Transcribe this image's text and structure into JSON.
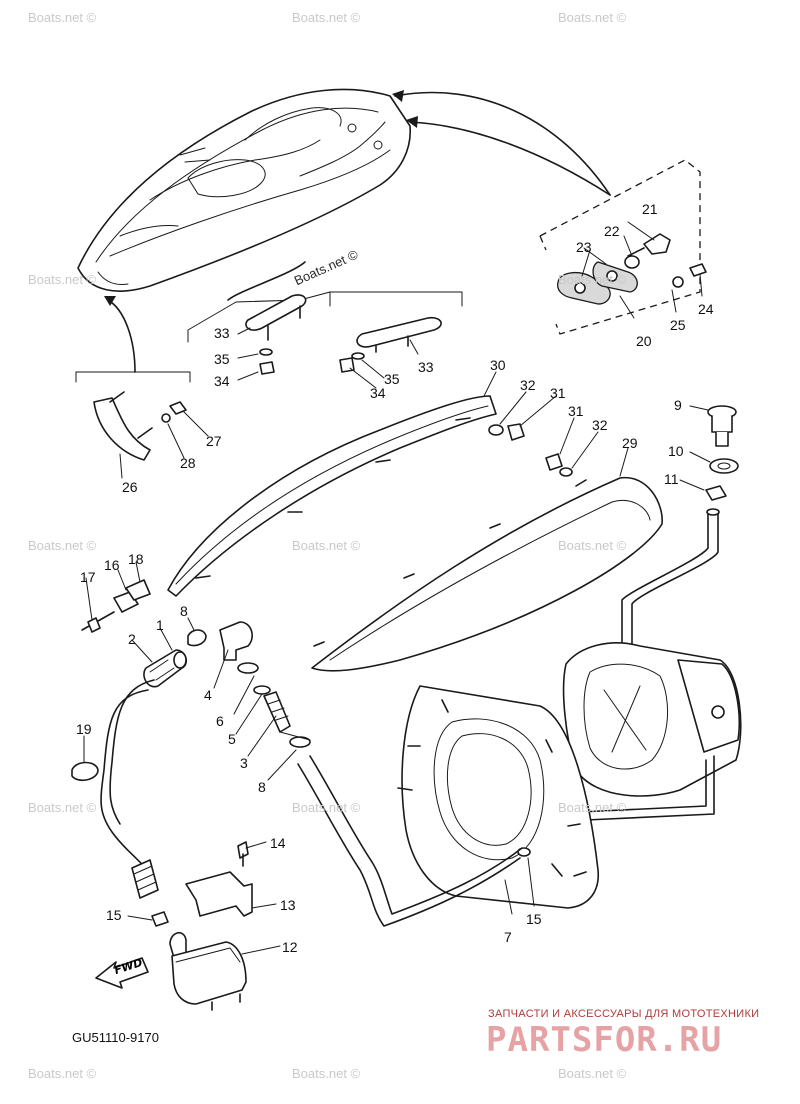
{
  "watermark_text": "Boats.net ©",
  "diagram_code": "GU51110-9170",
  "fwd_label": "FWD",
  "shop": {
    "tagline": "ЗАПЧАСТИ И АКСЕССУАРЫ ДЛЯ МОТОТЕХНИКИ",
    "logo": "PARTSFOR.RU",
    "logo_color": "#e6a3a6"
  },
  "callouts": [
    {
      "n": "1"
    },
    {
      "n": "2"
    },
    {
      "n": "3"
    },
    {
      "n": "4"
    },
    {
      "n": "5"
    },
    {
      "n": "6"
    },
    {
      "n": "7"
    },
    {
      "n": "8"
    },
    {
      "n": "8"
    },
    {
      "n": "9"
    },
    {
      "n": "10"
    },
    {
      "n": "11"
    },
    {
      "n": "12"
    },
    {
      "n": "13"
    },
    {
      "n": "14"
    },
    {
      "n": "15"
    },
    {
      "n": "15"
    },
    {
      "n": "16"
    },
    {
      "n": "17"
    },
    {
      "n": "18"
    },
    {
      "n": "19"
    },
    {
      "n": "20"
    },
    {
      "n": "21"
    },
    {
      "n": "22"
    },
    {
      "n": "23"
    },
    {
      "n": "24"
    },
    {
      "n": "25"
    },
    {
      "n": "26"
    },
    {
      "n": "27"
    },
    {
      "n": "28"
    },
    {
      "n": "29"
    },
    {
      "n": "30"
    },
    {
      "n": "31"
    },
    {
      "n": "31"
    },
    {
      "n": "32"
    },
    {
      "n": "32"
    },
    {
      "n": "33"
    },
    {
      "n": "33"
    },
    {
      "n": "34"
    },
    {
      "n": "34"
    },
    {
      "n": "35"
    },
    {
      "n": "35"
    }
  ]
}
